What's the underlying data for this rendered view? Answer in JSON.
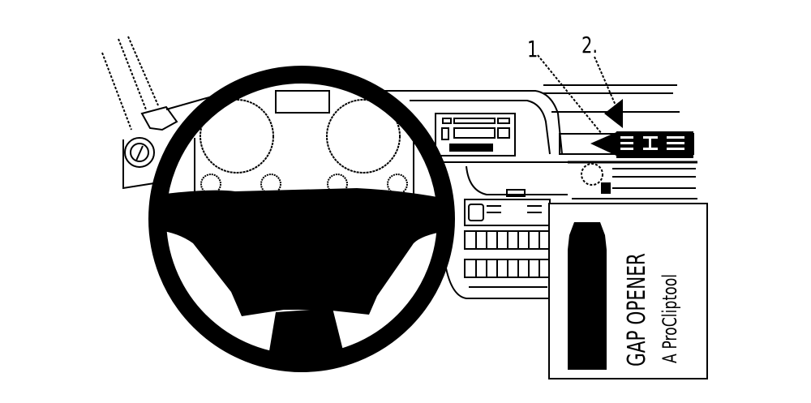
{
  "diagram": {
    "type": "vehicle dashboard mounting instruction illustration",
    "style": "black line art on white",
    "colors": {
      "ink": "#000000",
      "paper": "#ffffff"
    },
    "callouts": [
      {
        "id": "1",
        "label": "1",
        "points_to": "gap between dashboard panel and right air vent"
      },
      {
        "id": "2",
        "label": "2.",
        "points_to": "upper edge of right air vent"
      }
    ],
    "components": [
      "a-pillar-trim",
      "side-air-vent",
      "steering-wheel",
      "instrument-cluster",
      "radio-unit",
      "center-air-vents",
      "climate-control-panel",
      "right-air-vent"
    ],
    "inset": {
      "title": "GAP OPENER",
      "subtitle": "A ProCliptool",
      "icon": "gap-opener-tool-icon"
    }
  }
}
